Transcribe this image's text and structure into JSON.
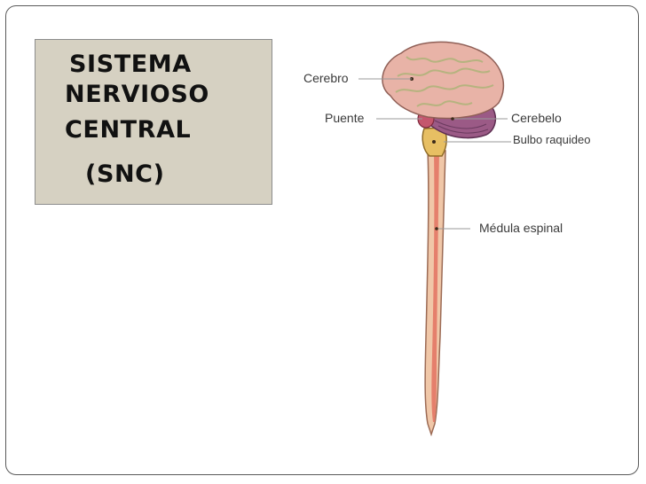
{
  "slide": {
    "title_lines": [
      "SISTEMA",
      "NERVIOSO",
      "CENTRAL",
      "(SNC)"
    ]
  },
  "diagram": {
    "labels": {
      "cerebro": "Cerebro",
      "puente": "Puente",
      "cerebelo": "Cerebelo",
      "bulbo": "Bulbo raquideo",
      "medula": "Médula espinal"
    }
  },
  "colors": {
    "title_box_bg": "#d6d1c2",
    "brain_fill": "#e8b3a7",
    "cerebellum_fill": "#9b5a86",
    "spinal_cord": "#e57f6c",
    "medulla": "#d9b25a"
  }
}
